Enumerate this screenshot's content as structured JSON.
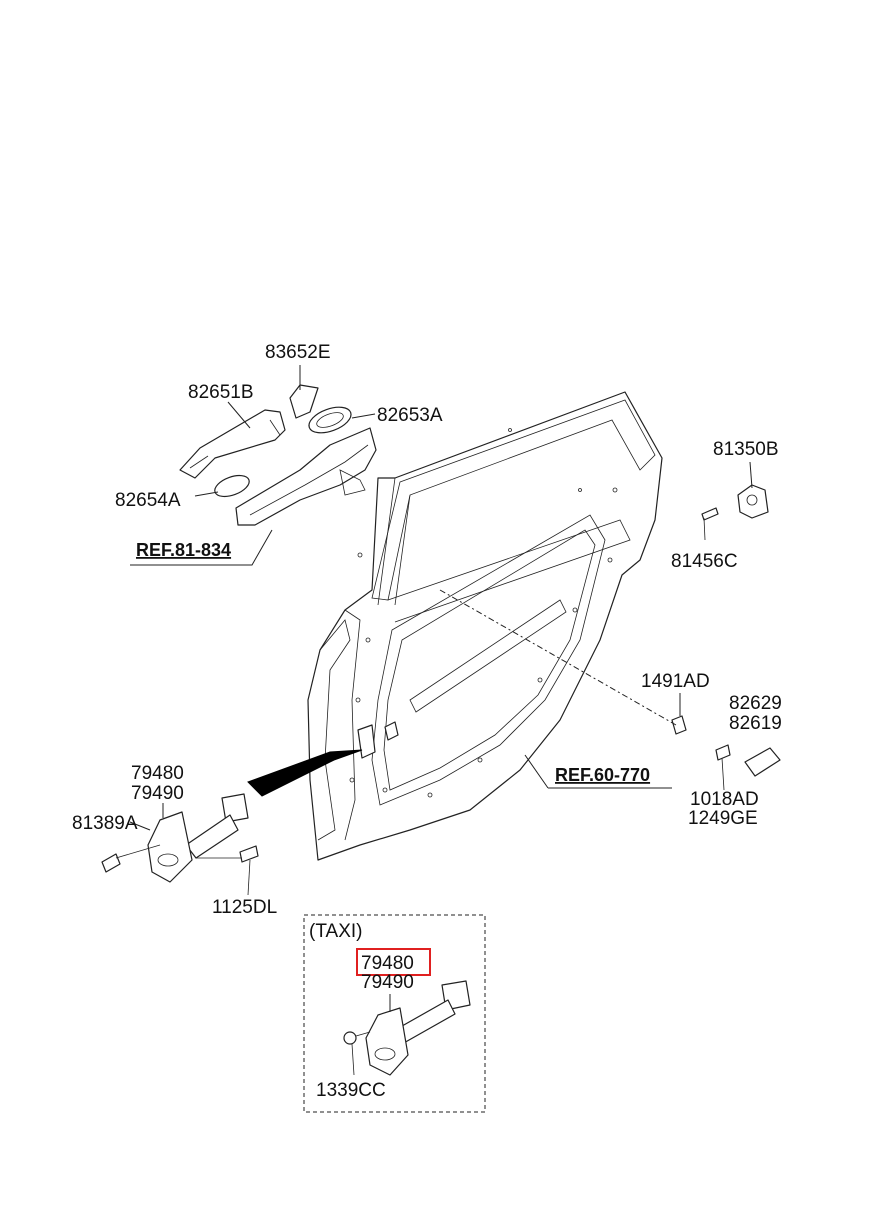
{
  "labels": {
    "p83652E": "83652E",
    "p82651B": "82651B",
    "p82653A": "82653A",
    "p82654A": "82654A",
    "ref81": "REF.81-834",
    "p81350B": "81350B",
    "p81456C": "81456C",
    "p1491AD": "1491AD",
    "p82629": "82629",
    "p82619": "82619",
    "ref60": "REF.60-770",
    "p1018AD": "1018AD",
    "p1249GE": "1249GE",
    "p79480": "79480",
    "p79490": "79490",
    "p81389A": "81389A",
    "p1125DL": "1125DL",
    "taxi": "(TAXI)",
    "taxi79480": "79480",
    "taxi79490": "79490",
    "p1339CC": "1339CC"
  },
  "highlight_color": "#e02020"
}
